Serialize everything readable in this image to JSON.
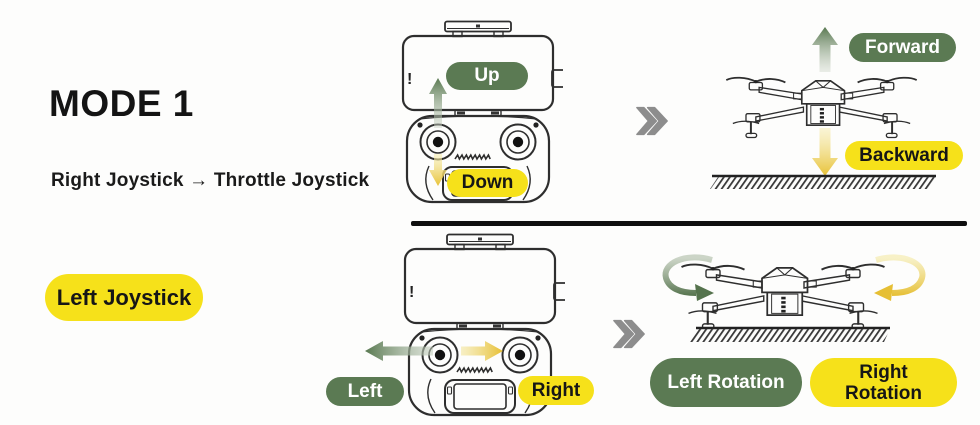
{
  "header": {
    "title": "MODE 1",
    "subtitle": "Right Joystick → Throttle Joystick",
    "left_joystick_badge": "Left Joystick"
  },
  "throttle_row": {
    "up_badge": "Up",
    "down_badge": "Down",
    "forward_badge": "Forward",
    "backward_badge": "Backward"
  },
  "yaw_row": {
    "left_badge": "Left",
    "right_badge": "Right",
    "left_rotation_badge": "Left Rotation",
    "right_rotation_badge": "Right Rotation"
  },
  "icons": {
    "phone_alert": "!"
  },
  "colors": {
    "badge_green": "#5b7a53",
    "badge_yellow": "#f6e11a",
    "arrow_green": "#587850",
    "arrow_green_light": "#cdd5c7",
    "arrow_yellow": "#e8c236",
    "arrow_yellow_light": "#f6eeb2",
    "chevron_gray": "#8d8d8d",
    "divider_black": "#0f0f0f",
    "text_dark": "#161616",
    "line_art": "#2e2e2e"
  }
}
